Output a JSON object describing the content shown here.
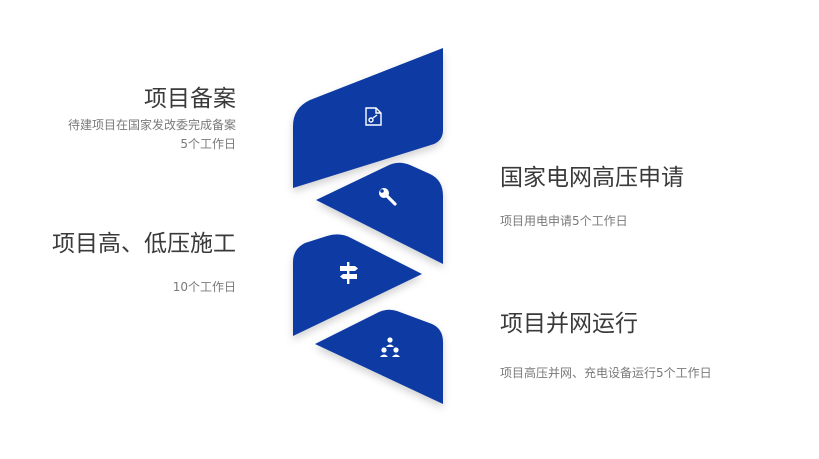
{
  "accent_color": "#0b3ba3",
  "steps": [
    {
      "title": "项目备案",
      "desc_line1": "待建项目在国家发改委完成备案",
      "desc_line2": "5个工作日",
      "icon": "document-icon"
    },
    {
      "title": "国家电网高压申请",
      "desc": "项目用电申请5个工作日",
      "icon": "wrench-icon"
    },
    {
      "title": "项目高、低压施工",
      "desc": "10个工作日",
      "icon": "signpost-icon"
    },
    {
      "title": "项目并网运行",
      "desc": "项目高压并网、充电设备运行5个工作日",
      "icon": "team-icon"
    }
  ]
}
